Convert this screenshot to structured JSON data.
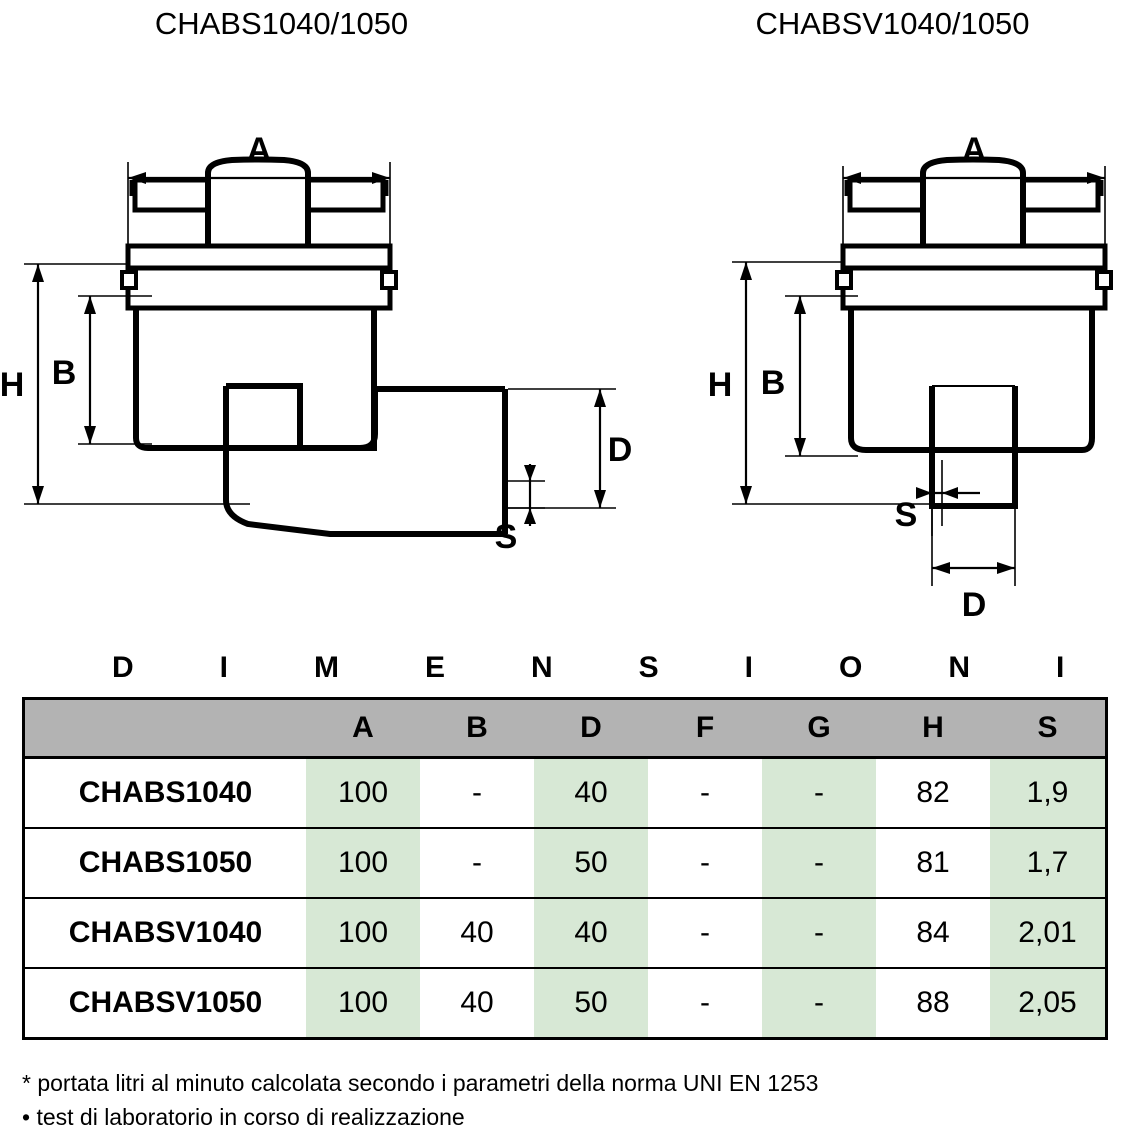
{
  "drawings": {
    "left": {
      "title": "CHABS1040/1050",
      "labels": {
        "a": "A",
        "b": "B",
        "h": "H",
        "d": "D",
        "s": "S"
      }
    },
    "right": {
      "title": "CHABSV1040/1050",
      "labels": {
        "a": "A",
        "b": "B",
        "h": "H",
        "d": "D",
        "s": "S"
      }
    }
  },
  "dimensions_heading": "DIMENSIONI",
  "table": {
    "columns": [
      "",
      "A",
      "B",
      "D",
      "F",
      "G",
      "H",
      "S"
    ],
    "green_columns": [
      1,
      3,
      5,
      7
    ],
    "rows": [
      {
        "name": "CHABS1040",
        "values": [
          "100",
          "-",
          "40",
          "-",
          "-",
          "82",
          "1,9"
        ]
      },
      {
        "name": "CHABS1050",
        "values": [
          "100",
          "-",
          "50",
          "-",
          "-",
          "81",
          "1,7"
        ]
      },
      {
        "name": "CHABSV1040",
        "values": [
          "100",
          "40",
          "40",
          "-",
          "-",
          "84",
          "2,01"
        ]
      },
      {
        "name": "CHABSV1050",
        "values": [
          "100",
          "40",
          "50",
          "-",
          "-",
          "88",
          "2,05"
        ]
      }
    ]
  },
  "footnotes": [
    "* portata litri al minuto calcolata secondo i parametri della norma UNI EN 1253",
    "• test di laboratorio in corso di realizzazione"
  ],
  "colors": {
    "header_gray": "#b3b3b3",
    "cell_green": "#d7e8d5",
    "line_black": "#000000",
    "background": "#ffffff"
  },
  "chart_data": {
    "type": "table",
    "title": "DIMENSIONI",
    "categories": [
      "A",
      "B",
      "D",
      "F",
      "G",
      "H",
      "S"
    ],
    "series": [
      {
        "name": "CHABS1040",
        "values": [
          100,
          null,
          40,
          null,
          null,
          82,
          1.9
        ]
      },
      {
        "name": "CHABS1050",
        "values": [
          100,
          null,
          50,
          null,
          null,
          81,
          1.7
        ]
      },
      {
        "name": "CHABSV1040",
        "values": [
          100,
          40,
          40,
          null,
          null,
          84,
          2.01
        ]
      },
      {
        "name": "CHABSV1050",
        "values": [
          100,
          40,
          50,
          null,
          null,
          88,
          2.05
        ]
      }
    ],
    "xlabel": "",
    "ylabel": "",
    "notes": [
      "* portata litri al minuto calcolata secondo i parametri della norma UNI EN 1253",
      "• test di laboratorio in corso di realizzazione"
    ]
  }
}
